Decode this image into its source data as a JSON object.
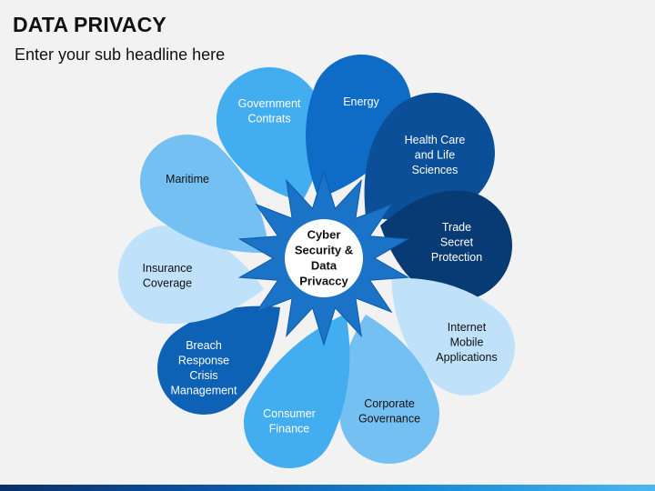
{
  "header": {
    "title": "DATA PRIVACY",
    "subtitle": "Enter your sub headline here"
  },
  "diagram": {
    "center_lines": [
      "Cyber",
      "Security &",
      "Data",
      "Privaccy"
    ],
    "star_color": "#1a73c7",
    "star_edge_color": "#0d5aa8",
    "center_fill": "#ffffff",
    "petals": [
      {
        "id": "government-contrats",
        "lines": [
          "Government",
          "Contrats"
        ],
        "fill": "#42aef0",
        "text": "#ffffff"
      },
      {
        "id": "energy",
        "lines": [
          "Energy"
        ],
        "fill": "#0e6cc6",
        "text": "#ffffff"
      },
      {
        "id": "health-care",
        "lines": [
          "Health Care",
          "and Life",
          "Sciences"
        ],
        "fill": "#0b4f99",
        "text": "#ffffff"
      },
      {
        "id": "trade-secret",
        "lines": [
          "Trade",
          "Secret",
          "Protection"
        ],
        "fill": "#083a73",
        "text": "#ffffff"
      },
      {
        "id": "internet-mobile",
        "lines": [
          "Internet",
          "Mobile",
          "Applications"
        ],
        "fill": "#bfe1f9",
        "text": "#111111"
      },
      {
        "id": "corporate-governance",
        "lines": [
          "Corporate",
          "Governance"
        ],
        "fill": "#74c0f2",
        "text": "#111111"
      },
      {
        "id": "consumer-finance",
        "lines": [
          "Consumer",
          "Finance"
        ],
        "fill": "#42aef0",
        "text": "#ffffff"
      },
      {
        "id": "breach-response",
        "lines": [
          "Breach",
          "Response",
          "Crisis",
          "Management"
        ],
        "fill": "#0e62b6",
        "text": "#ffffff"
      },
      {
        "id": "insurance-coverage",
        "lines": [
          "Insurance",
          "Coverage"
        ],
        "fill": "#bfe1f9",
        "text": "#111111"
      },
      {
        "id": "maritime",
        "lines": [
          "Maritime"
        ],
        "fill": "#74c0f2",
        "text": "#111111"
      }
    ]
  }
}
